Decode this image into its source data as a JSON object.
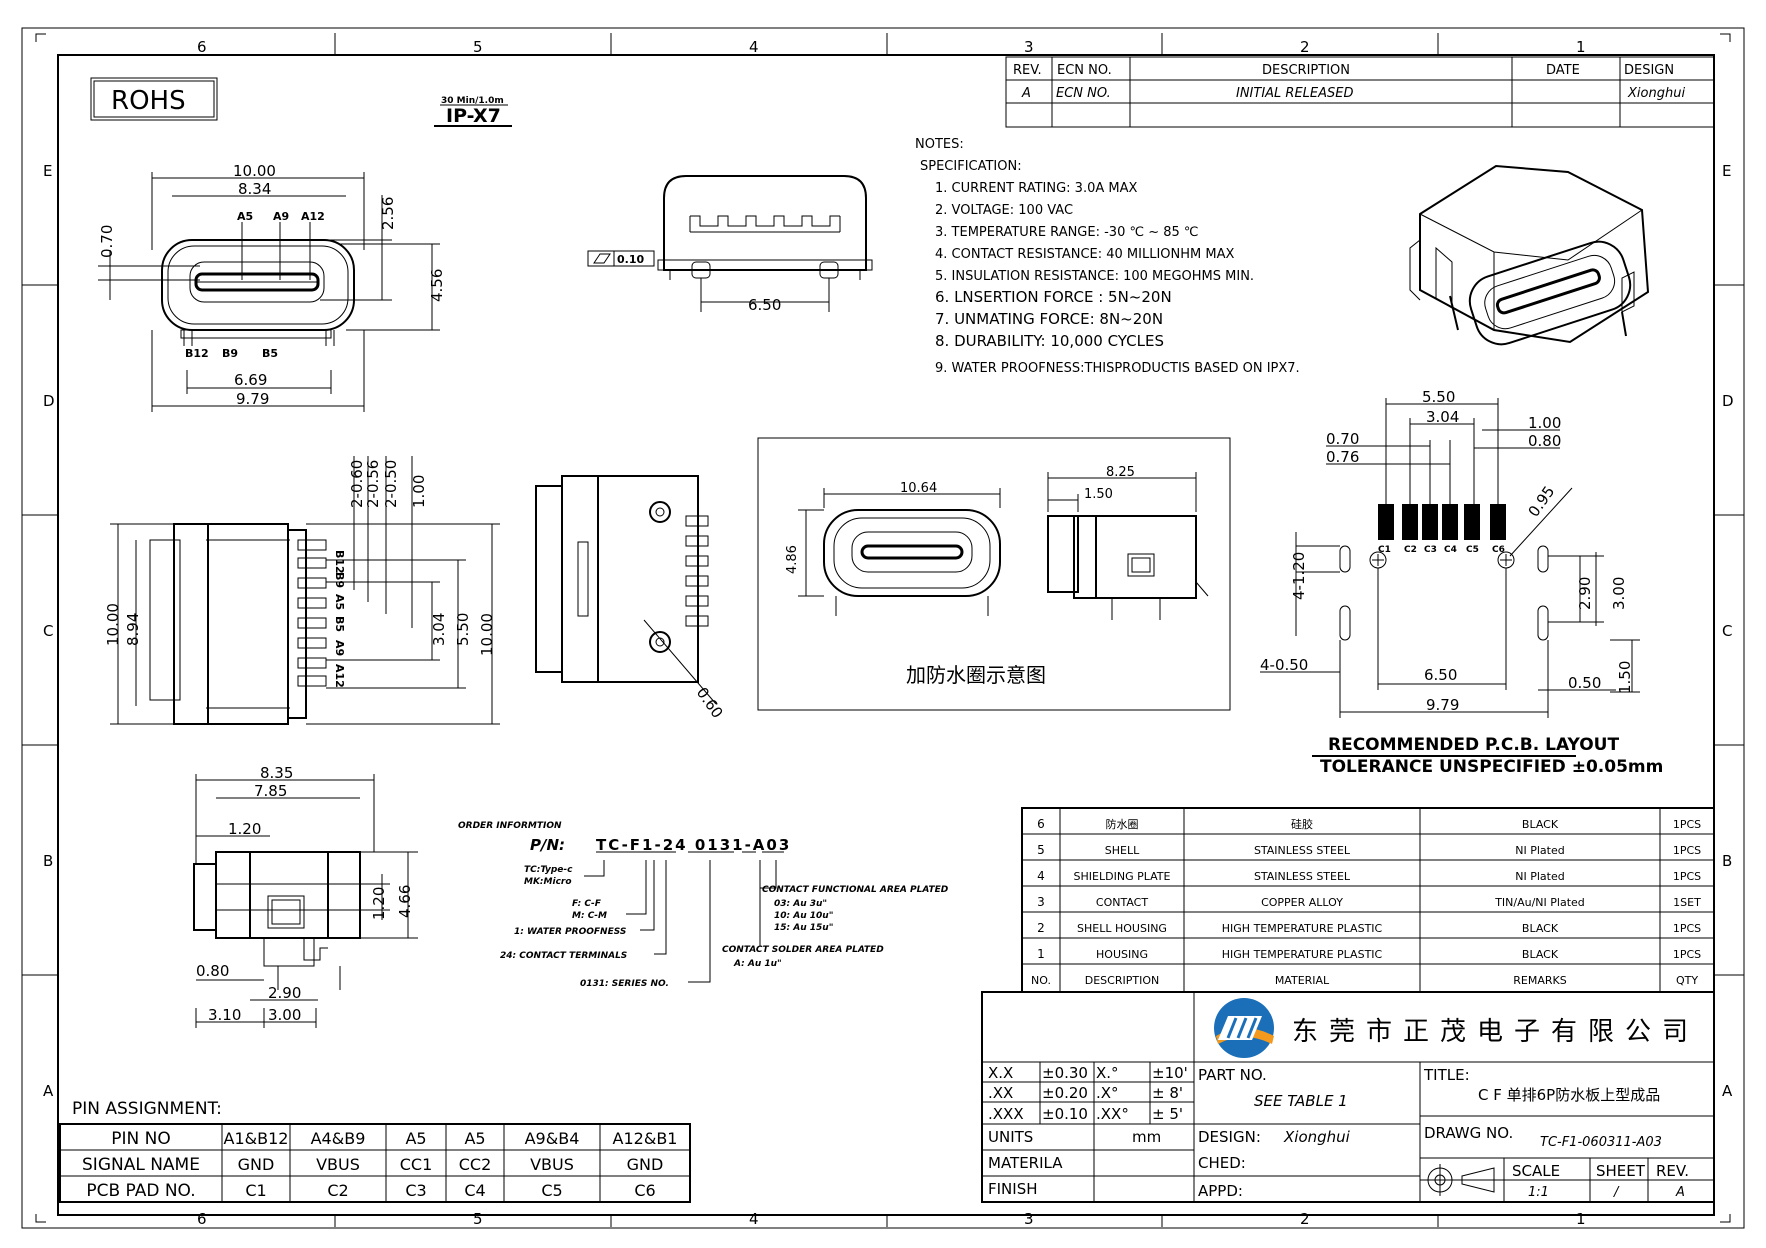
{
  "frame": {
    "columns": [
      "6",
      "5",
      "4",
      "3",
      "2",
      "1"
    ],
    "rows": [
      "E",
      "D",
      "C",
      "B",
      "A"
    ]
  },
  "rohs": "ROHS",
  "ipx7": {
    "small": "30 Min/1.0m",
    "label": "IP-X7"
  },
  "revision": {
    "headers": [
      "REV.",
      "ECN NO.",
      "DESCRIPTION",
      "DATE",
      "DESIGN"
    ],
    "rows": [
      [
        "A",
        "ECN NO.",
        "INITIAL RELEASED",
        "",
        "Xionghui"
      ]
    ]
  },
  "notes": {
    "title": "NOTES:",
    "spec_title": "SPECIFICATION:",
    "items": [
      "1. CURRENT RATING: 3.0A MAX",
      "2. VOLTAGE: 100 VAC",
      "3. TEMPERATURE RANGE: -30 ℃ ~ 85 ℃",
      "4. CONTACT RESISTANCE: 40 MILLIONHM MAX",
      "5. INSULATION RESISTANCE: 100 MEGOHMS MIN.",
      "6. LNSERTION FORCE : 5N~20N",
      "7. UNMATING FORCE: 8N~20N",
      "8. DURABILITY: 10,000 CYCLES",
      "9. WATER PROOFNESS:THISPRODUCTIS BASED ON IPX7."
    ]
  },
  "front_view": {
    "dims": [
      "10.00",
      "8.34",
      "0.70",
      "2.56",
      "4.56",
      "6.69",
      "9.79"
    ],
    "pins_top": [
      "A5",
      "A9",
      "A12"
    ],
    "pins_bottom": [
      "B12",
      "B9",
      "B5"
    ]
  },
  "top_view": {
    "flatness": "0.10",
    "dim": "6.50"
  },
  "side_view": {
    "dims": [
      "2-0.60",
      "2-0.56",
      "2-0.50",
      "1.00",
      "10.00",
      "8.94",
      "3.04",
      "5.50",
      "10.00"
    ],
    "pins": [
      "B12",
      "B9",
      "A5",
      "B5",
      "A9",
      "A12"
    ]
  },
  "rear_view": {
    "dim": "0.60"
  },
  "seal_box": {
    "dims": [
      "10.64",
      "4.86",
      "8.25",
      "1.50"
    ],
    "caption": "加防水圈示意图"
  },
  "pcb_layout": {
    "dims": [
      "5.50",
      "3.04",
      "0.70",
      "0.76",
      "1.00",
      "0.80",
      "0.95",
      "4-1.20",
      "2.90",
      "3.00",
      "4-0.50",
      "6.50",
      "0.50",
      "1.50",
      "9.79"
    ],
    "pads": [
      "C1",
      "C2",
      "C3",
      "C4",
      "C5",
      "C6"
    ],
    "title": "RECOMMENDED P.C.B. LAYOUT",
    "tolerance": "TOLERANCE UNSPECIFIED ±0.05mm"
  },
  "bottom_view": {
    "dims": [
      "8.35",
      "7.85",
      "1.20",
      "1.20",
      "4.66",
      "0.80",
      "2.90",
      "3.10",
      "3.00"
    ]
  },
  "order_info": {
    "title": "ORDER INFORMTION",
    "pn_label": "P/N:",
    "pn": "TC-F1-24 0131-A03",
    "legend": [
      "TC:Type-c",
      "MK:Micro",
      "F: C-F",
      "M: C-M",
      "1: WATER PROOFNESS",
      "24: CONTACT TERMINALS",
      "0131: SERIES NO.",
      "CONTACT FUNCTIONAL AREA PLATED",
      "03: Au 3u\"",
      "10: Au 10u\"",
      "15: Au 15u\"",
      "CONTACT SOLDER AREA PLATED",
      "A: Au 1u\""
    ]
  },
  "bom": {
    "rows": [
      [
        "6",
        "防水圈",
        "硅胶",
        "BLACK",
        "1PCS"
      ],
      [
        "5",
        "SHELL",
        "STAINLESS STEEL",
        "NI Plated",
        "1PCS"
      ],
      [
        "4",
        "SHIELDING PLATE",
        "STAINLESS STEEL",
        "NI Plated",
        "1PCS"
      ],
      [
        "3",
        "CONTACT",
        "COPPER ALLOY",
        "TIN/Au/NI Plated",
        "1SET"
      ],
      [
        "2",
        "SHELL HOUSING",
        "HIGH TEMPERATURE PLASTIC",
        "BLACK",
        "1PCS"
      ],
      [
        "1",
        "HOUSING",
        "HIGH TEMPERATURE PLASTIC",
        "BLACK",
        "1PCS"
      ]
    ],
    "header": [
      "NO.",
      "DESCRIPTION",
      "MATERIAL",
      "REMARKS",
      "QTY"
    ]
  },
  "pin_assignment": {
    "title": "PIN ASSIGNMENT:",
    "rows": [
      [
        "PIN NO",
        "A1&B12",
        "A4&B9",
        "A5",
        "A5",
        "A9&B4",
        "A12&B1"
      ],
      [
        "SIGNAL NAME",
        "GND",
        "VBUS",
        "CC1",
        "CC2",
        "VBUS",
        "GND"
      ],
      [
        "PCB PAD NO.",
        "C1",
        "C2",
        "C3",
        "C4",
        "C5",
        "C6"
      ]
    ]
  },
  "title_block": {
    "company": "东莞市正茂电子有限公司",
    "tolerances": [
      [
        "X.X",
        "±0.30",
        "X.°",
        "±10'"
      ],
      [
        ".XX",
        "±0.20",
        ".X°",
        "± 8'"
      ],
      [
        ".XXX",
        "±0.10",
        ".XX°",
        "± 5'"
      ]
    ],
    "units_label": "UNITS",
    "units": "mm",
    "materila": "MATERILA",
    "finish": "FINISH",
    "part_no_label": "PART NO.",
    "part_no": "SEE TABLE 1",
    "design_label": "DESIGN:",
    "design": "Xionghui",
    "ched_label": "CHED:",
    "appd_label": "APPD:",
    "title_label": "TITLE:",
    "title": "C F 单排6P防水板上型成品",
    "drawg_label": "DRAWG NO.",
    "drawg": "TC-F1-060311-A03",
    "scale_label": "SCALE",
    "scale": "1:1",
    "sheet_label": "SHEET",
    "sheet": "/",
    "rev_label": "REV.",
    "rev": "A"
  },
  "colors": {
    "logo_blue": "#1a6fb8",
    "logo_orange": "#f39a1e"
  }
}
